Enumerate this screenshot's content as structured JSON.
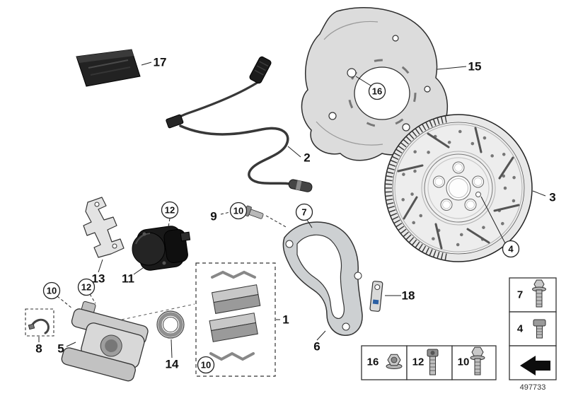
{
  "diagram": {
    "part_number": "497733",
    "callouts": {
      "c1": "1",
      "c2": "2",
      "c3": "3",
      "c4": "4",
      "c5": "5",
      "c6": "6",
      "c7": "7",
      "c8": "8",
      "c9": "9",
      "c10a": "10",
      "c10b": "10",
      "c10c": "10",
      "c11": "11",
      "c12a": "12",
      "c12b": "12",
      "c13": "13",
      "c14": "14",
      "c15": "15",
      "c16": "16",
      "c17": "17",
      "c18": "18"
    },
    "fastener_table": {
      "row": [
        {
          "num": "16",
          "icon": "flange-nut-icon"
        },
        {
          "num": "12",
          "icon": "cap-screw-icon"
        },
        {
          "num": "10",
          "icon": "hex-bolt-icon"
        }
      ],
      "column": [
        {
          "num": "7",
          "icon": "flange-bolt-icon"
        },
        {
          "num": "4",
          "icon": "set-screw-icon"
        },
        {
          "icon": "direction-arrow-icon"
        }
      ]
    },
    "colors": {
      "line": "#222222",
      "metal_light": "#d8d8d8",
      "metal_dark": "#1b1b1b",
      "accent_blue": "#2b5fa3"
    }
  }
}
